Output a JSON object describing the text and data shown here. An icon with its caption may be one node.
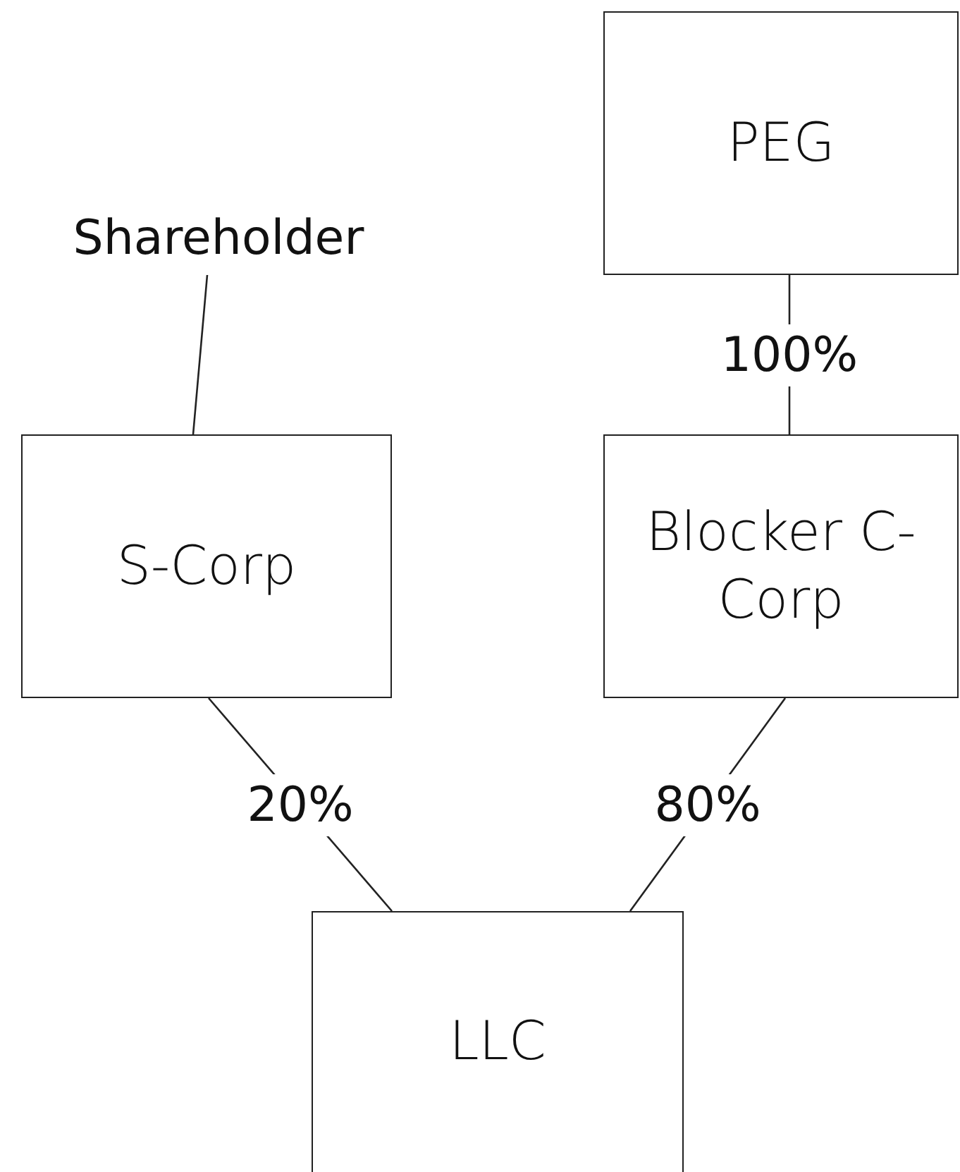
{
  "diagram": {
    "nodes": [
      {
        "text": [
          "PEG"
        ]
      },
      {
        "text": [
          "Shareholder"
        ]
      },
      {
        "text": [
          "S-Corp"
        ]
      },
      {
        "text": [
          "Blocker C-Corp"
        ]
      },
      {
        "text": [
          "LLC"
        ]
      }
    ],
    "edges": [
      {
        "from": 1,
        "to": 2,
        "arrow": "none"
      },
      {
        "from": 0,
        "to": 3,
        "label": "100%",
        "arrow": "none"
      },
      {
        "from": 2,
        "to": 4,
        "label": "20%",
        "arrow": "none"
      },
      {
        "from": 3,
        "to": 4,
        "label": "80%",
        "arrow": "none"
      }
    ]
  }
}
